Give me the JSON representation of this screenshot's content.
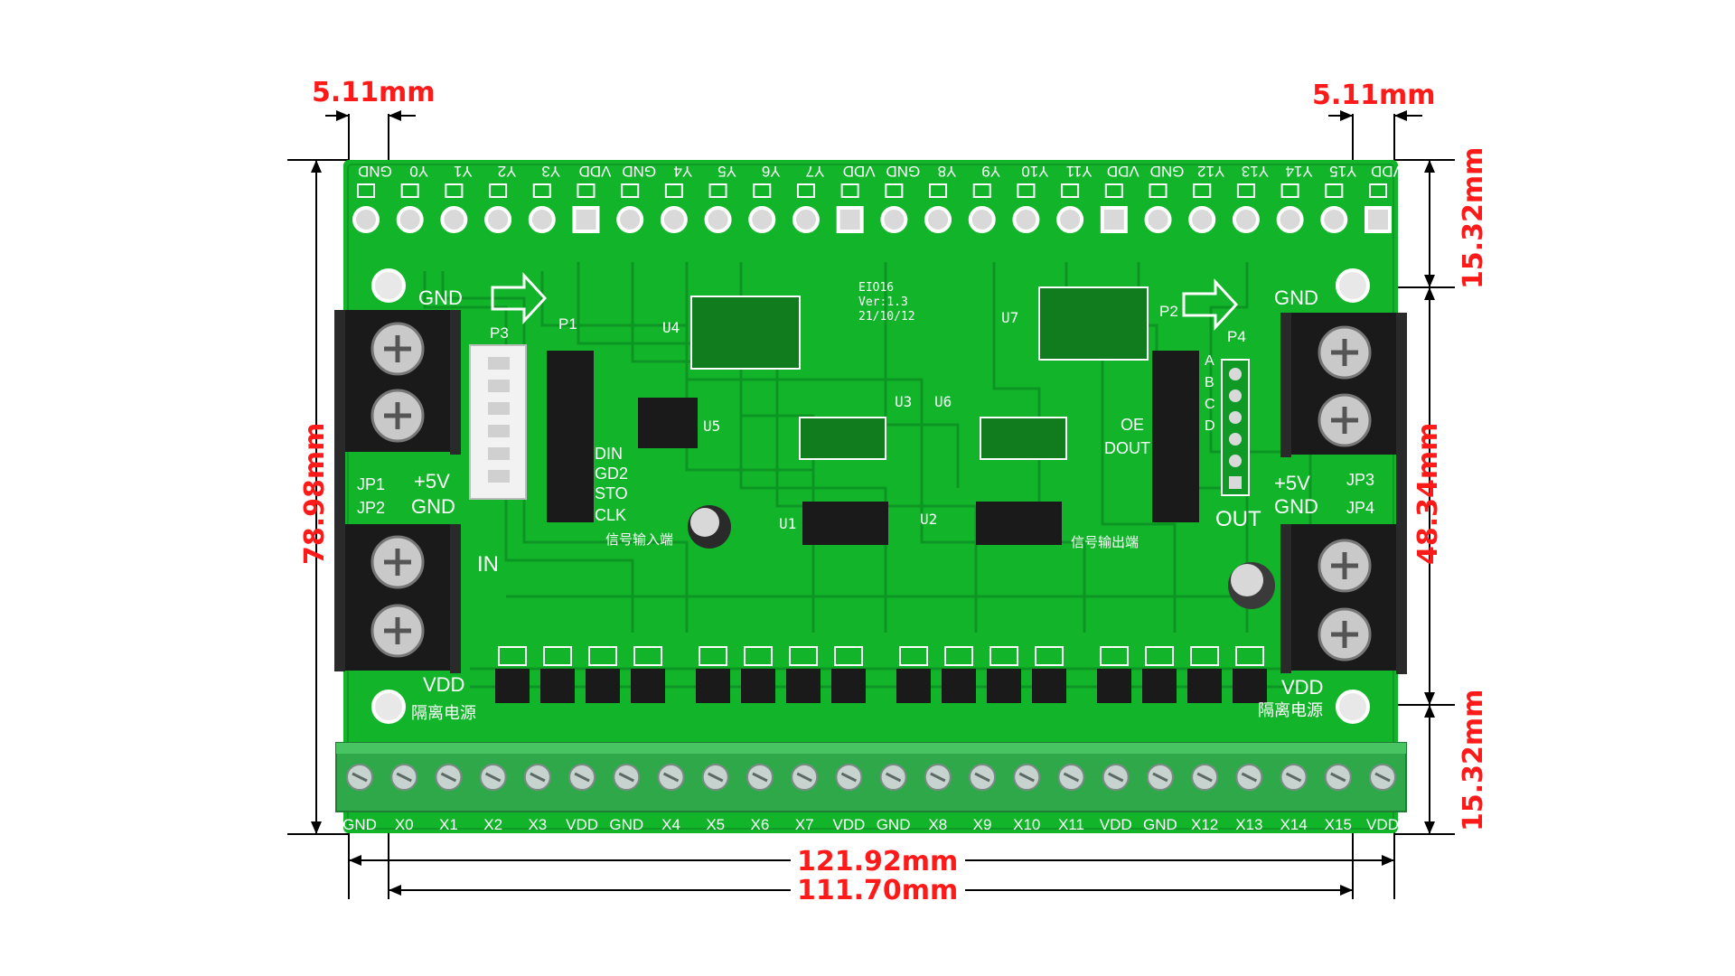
{
  "dimensions": {
    "top_left": "5.11mm",
    "top_right": "5.11mm",
    "right_upper": "15.32mm",
    "right_middle": "48.34mm",
    "right_lower": "15.32mm",
    "left_height": "78.98mm",
    "bottom_outer": "121.92mm",
    "bottom_inner": "111.70mm"
  },
  "board": {
    "model": "EIO16",
    "version": "Ver:1.3",
    "date": "21/10/12",
    "top_pins": [
      "GND",
      "Y0",
      "Y1",
      "Y2",
      "Y3",
      "VDD",
      "GND",
      "Y4",
      "Y5",
      "Y6",
      "Y7",
      "VDD",
      "GND",
      "Y8",
      "Y9",
      "Y10",
      "Y11",
      "VDD",
      "GND",
      "Y12",
      "Y13",
      "Y14",
      "Y15",
      "VDD"
    ],
    "bottom_pins": [
      "GND",
      "X0",
      "X1",
      "X2",
      "X3",
      "VDD",
      "GND",
      "X4",
      "X5",
      "X6",
      "X7",
      "VDD",
      "GND",
      "X8",
      "X9",
      "X10",
      "X11",
      "VDD",
      "GND",
      "X12",
      "X13",
      "X14",
      "X15",
      "VDD"
    ],
    "chips": {
      "u1": "U1",
      "u2": "U2",
      "u3": "U3",
      "u4": "U4",
      "u5": "U5",
      "u6": "U6",
      "u7": "U7"
    },
    "labels": {
      "gnd_left": "GND",
      "gnd_right": "GND",
      "p1": "P1",
      "p2": "P2",
      "p3": "P3",
      "p4": "P4",
      "jp1": "JP1",
      "jp2": "JP2",
      "jp3": "JP3",
      "jp4": "JP4",
      "plus5v_left": "+5V",
      "plus5v_right": "+5V",
      "gnd2_left": "GND",
      "gnd2_right": "GND",
      "in": "IN",
      "out": "OUT",
      "vdd_left": "VDD",
      "vdd_right": "VDD",
      "iso_left": "隔离电源",
      "iso_right": "隔离电源",
      "din": "DIN",
      "gd2": "GD2",
      "sto": "STO",
      "clk": "CLK",
      "oe": "OE",
      "dout": "DOUT",
      "signal_in": "信号输入端",
      "signal_out": "信号输出端",
      "abcd": [
        "A",
        "B",
        "C",
        "D"
      ]
    },
    "colors": {
      "pcb": "#12b52a",
      "pcb_dark": "#0a8a1e",
      "terminal": "#2fa84a",
      "block": "#1a1a1a",
      "dimension": "#ff1a1a"
    }
  }
}
